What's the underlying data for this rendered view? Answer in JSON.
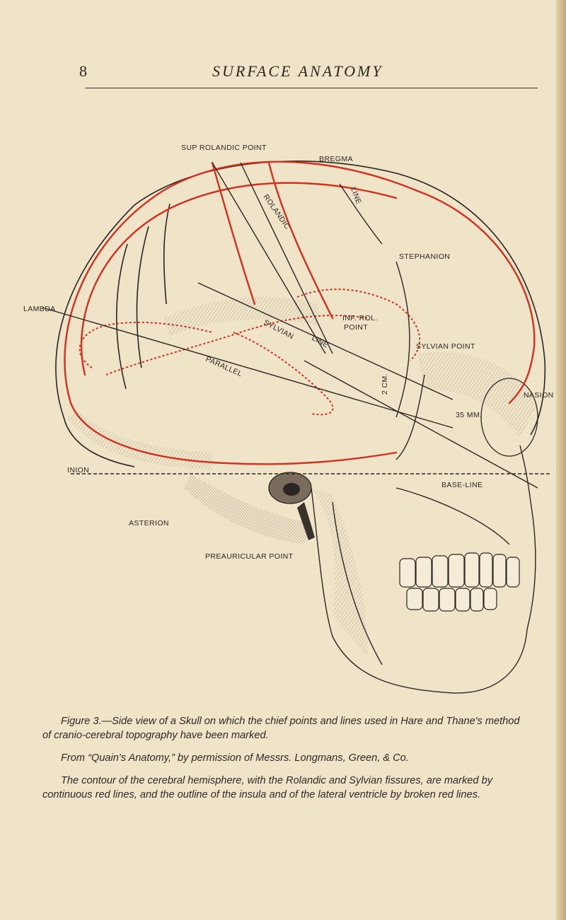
{
  "header": {
    "page_number": "8",
    "running_title": "SURFACE ANATOMY"
  },
  "figure": {
    "labels": {
      "sup_rolandic_point": "SUP ROLANDIC POINT",
      "bregma": "BREGMA",
      "stephanion": "STEPHANION",
      "lambda": "LAMBDA",
      "inf_rol_point_line1": "INF. ROL.",
      "inf_rol_point_line2": "POINT",
      "sylvian_point": "SYLVIAN POINT",
      "nasion": "NASION",
      "inion": "INION",
      "asterion": "ASTERION",
      "preauricular_point": "PREAURICULAR POINT",
      "base_line": "BASE-LINE",
      "measure_35mm": "35 MM.",
      "measure_2cm": "2 CM.",
      "rolandic_line_text": "ROLANDIC",
      "sylvian_line_text": "SYLVIAN",
      "line_text": "LINE",
      "parallel_line_text": "PARALLEL",
      "line_text_2": "LINE"
    },
    "colors": {
      "red_lines": "#d2311f",
      "ink": "#2b2621",
      "paper": "#efe3c8"
    }
  },
  "caption": {
    "line1": "Figure 3.—Side view of a Skull on which the chief points and lines used in Hare and Thane's method of cranio-cerebral topography have been marked.",
    "line2": "From “Quain's Anatomy,” by permission of Messrs. Longmans, Green, & Co.",
    "line3": "The contour of the cerebral hemisphere, with the Rolandic and Sylvian fissures, are marked by continuous red lines, and the outline of the insula and of the lateral ventricle by broken red lines."
  }
}
